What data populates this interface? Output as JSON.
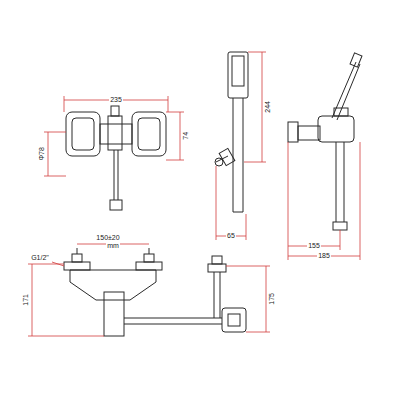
{
  "diagram": {
    "labels": [
      "235",
      "74",
      "Φ78",
      "244",
      "65",
      "155",
      "185",
      "G1/2\"",
      "150±20",
      "mm",
      "171",
      "175"
    ]
  }
}
